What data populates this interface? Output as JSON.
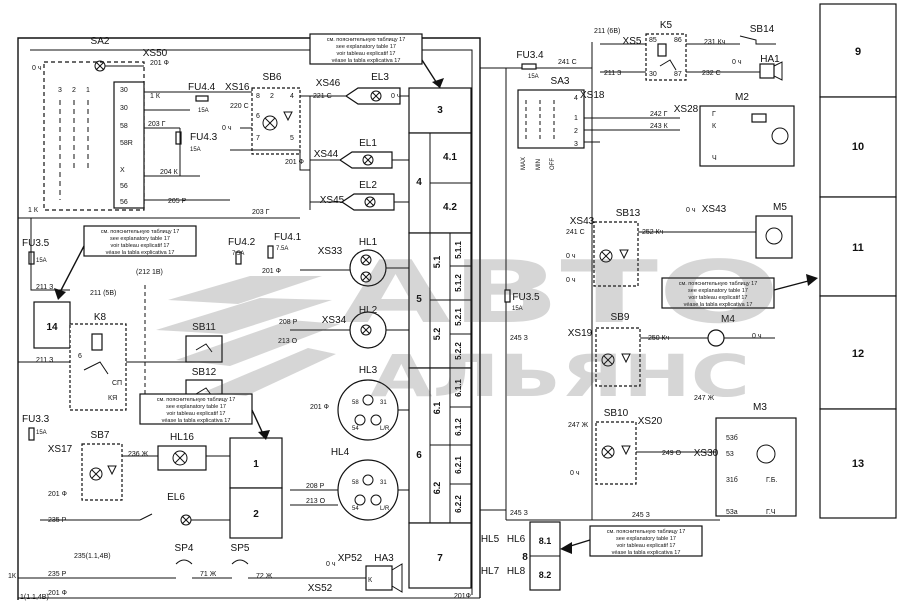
{
  "component_labels": {
    "sa2": "SA2",
    "xs50": "XS50",
    "fu4_4": "FU4.4",
    "xs16": "XS16",
    "sb6": "SB6",
    "xs46": "XS46",
    "el3": "EL3",
    "fu4_3": "FU4.3",
    "xs44": "XS44",
    "el1": "EL1",
    "xs45": "XS45",
    "el2": "EL2",
    "fu3_5a": "FU3.5",
    "fu4_2": "FU4.2",
    "fu4_1": "FU4.1",
    "xs33": "XS33",
    "hl1": "HL1",
    "hl2": "HL2",
    "xs34": "XS34",
    "k8": "K8",
    "sb11": "SB11",
    "sb12": "SB12",
    "hl3": "HL3",
    "hl4": "HL4",
    "fu3_3": "FU3.3",
    "xs17": "XS17",
    "sb7": "SB7",
    "hl16": "HL16",
    "el6": "EL6",
    "sp4": "SP4",
    "sp5": "SP5",
    "xp52": "XP52",
    "ha3": "HA3",
    "xs52": "XS52",
    "fu3_4": "FU3.4",
    "sa3": "SA3",
    "xs18": "XS18",
    "xs5": "XS5",
    "k5": "K5",
    "sb14": "SB14",
    "ha1": "HA1",
    "xs28": "XS28",
    "m2": "M2",
    "xs43a": "XS43",
    "sb13": "SB13",
    "xs43b": "XS43",
    "m5": "M5",
    "fu3_5b": "FU3.5",
    "xs19": "XS19",
    "sb9": "SB9",
    "m4": "M4",
    "sb10": "SB10",
    "xs20": "XS20",
    "m3": "M3",
    "xs30": "XS30",
    "hl5": "HL5",
    "hl6": "HL6",
    "hl7": "HL7",
    "hl8": "HL8"
  },
  "wire_labels": {
    "w0ch_a": "0 ч",
    "w201f_a": "201 Ф",
    "w1k_a": "1 К",
    "w220s": "220 С",
    "w15a_a": "15А",
    "w0ch_b": "0 ч",
    "w221s": "221 С",
    "w0ch_c": "0 ч",
    "w203g_a": "203 Г",
    "w15a_b": "15А",
    "w201f_b": "201 Ф",
    "w204k": "204 К",
    "w205r": "205 Р",
    "w1k_b": "1 К",
    "w203g_b": "203 Г",
    "w15a_c": "15А",
    "w75a_a": "7.5А",
    "w75a_b": "7.5А",
    "w201f_c": "201 Ф",
    "w211z_a": "211 З",
    "w211_5b": "211 (5В)",
    "w212_1v": "(212 1В)",
    "w211z_b": "211 З",
    "w6": "6",
    "w208r": "208 Р",
    "w213o_a": "213 О",
    "w201f_d": "201 Ф",
    "w208r_b": "208 Р",
    "w213o_b": "213 О",
    "w15a_d": "15А",
    "w236zh": "236 Ж",
    "w201f_e": "201 Ф",
    "w235r_a": "235 Р",
    "w235_l14v": "235(1.1,4В)",
    "w235r_b": "235 Р",
    "w71zh": "71 Ж",
    "w72zh": "72 Ж",
    "w1_l14v": "1(1.1,4В)",
    "w201f_f": "201 Ф",
    "w1k_c": "1К",
    "w0ch_d": "0 ч",
    "w211_6v": "211 (6В)",
    "w241s_a": "241 С",
    "w15a_e": "15А",
    "w211z_c": "211 З",
    "w231kch": "231 Кч",
    "w232s": "232 С",
    "w0ch_e": "0 ч",
    "w242g": "242 Г",
    "w243k": "243 К",
    "w241s_b": "241 С",
    "w252kch": "252 Кч",
    "w0ch_f": "0 ч",
    "w0ch_g": "0 ч",
    "w0ch_h": "0 ч",
    "w15a_f": "15А",
    "w245z_a": "245 З",
    "w250kch": "250 Кч",
    "w0ch_i": "0 ч",
    "w247zh_a": "247 Ж",
    "w247zh_b": "247 Ж",
    "w249o": "249 О",
    "w0ch_j": "0 ч",
    "w245z_b": "245 З",
    "w245z_c": "245 З",
    "w201f_g": "201Ф",
    "w53b": "53б",
    "w53": "53",
    "w31b": "31б",
    "w53a": "53а",
    "w31b_gb": "Г.Б.",
    "w53a_gch": "Г.Ч",
    "wmax": "MAX",
    "wmin": "MIN",
    "woff": "OFF"
  },
  "block_labels": {
    "b3": "3",
    "b4": "4",
    "b4_1": "4.1",
    "b4_2": "4.2",
    "b5": "5",
    "b5_1": "5.1",
    "b5_1_1": "5.1.1",
    "b5_1_2": "5.1.2",
    "b5_2": "5.2",
    "b5_2_1": "5.2.1",
    "b5_2_2": "5.2.2",
    "b6": "6",
    "b6_1": "6.1",
    "b6_1_1": "6.1.1",
    "b6_1_2": "6.1.2",
    "b6_2": "6.2",
    "b6_2_1": "6.2.1",
    "b6_2_2": "6.2.2",
    "b7": "7",
    "b1": "1",
    "b2": "2",
    "b14": "14",
    "b8": "8",
    "b8_1": "8.1",
    "b8_2": "8.2",
    "r9": "9",
    "r10": "10",
    "r11": "11",
    "r12": "12",
    "r13": "13"
  },
  "sa2_contacts": [
    "30",
    "30",
    "58",
    "58R",
    "X",
    "56",
    "56"
  ],
  "sa2_cols": [
    "3",
    "2",
    "1"
  ],
  "note_lines": [
    "см. пояснительную таблицу 17",
    "see explanatory table 17",
    "voir tableau explicatif 17",
    "véase la tabla explicativa 17"
  ],
  "watermark": {
    "line1": "АВТО",
    "line2": "АЛЬЯНС"
  },
  "terminal_labels": {
    "t30": "30",
    "t85": "85",
    "t86": "86",
    "t87": "87",
    "kb": "К",
    "r": "Р",
    "t56": "56",
    "t58": "58",
    "t54": "54",
    "t31": "31",
    "lr": "L/R",
    "g": "Г",
    "k": "К",
    "ch": "Ч",
    "t1": "1",
    "t2": "2",
    "t3": "3",
    "t4": "4",
    "t5": "5",
    "t6": "6",
    "t7": "7",
    "t8": "8",
    "t9": "9",
    "kr": "КЯ",
    "sp": "СП"
  }
}
